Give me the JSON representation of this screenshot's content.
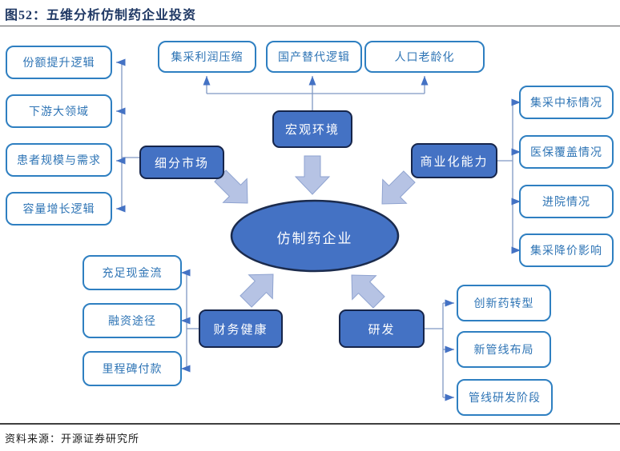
{
  "title": "图52：五维分析仿制药企业投资",
  "source": "资料来源：开源证券研究所",
  "center": "仿制药企业",
  "dimensions": {
    "macro": {
      "label": "宏观环境",
      "factors": [
        "集采利润压缩",
        "国产替代逻辑",
        "人口老龄化"
      ]
    },
    "segment": {
      "label": "细分市场",
      "factors": [
        "份额提升逻辑",
        "下游大领域",
        "患者规模与需求",
        "容量增长逻辑"
      ]
    },
    "commercial": {
      "label": "商业化能力",
      "factors": [
        "集采中标情况",
        "医保覆盖情况",
        "进院情况",
        "集采降价影响"
      ]
    },
    "finance": {
      "label": "财务健康",
      "factors": [
        "充足现金流",
        "融资途径",
        "里程碑付款"
      ]
    },
    "rd": {
      "label": "研发",
      "factors": [
        "创新药转型",
        "新管线布局",
        "管线研发阶段"
      ]
    }
  },
  "colors": {
    "title_text": "#1F3864",
    "dimension_fill": "#4472C4",
    "dimension_border": "#16254A",
    "factor_border": "#2E7FC1",
    "factor_text": "#2E74B5",
    "block_arrow_fill": "#B6C3E4",
    "connector_line": "#7F97C4",
    "connector_arrowhead": "#4472C4"
  }
}
